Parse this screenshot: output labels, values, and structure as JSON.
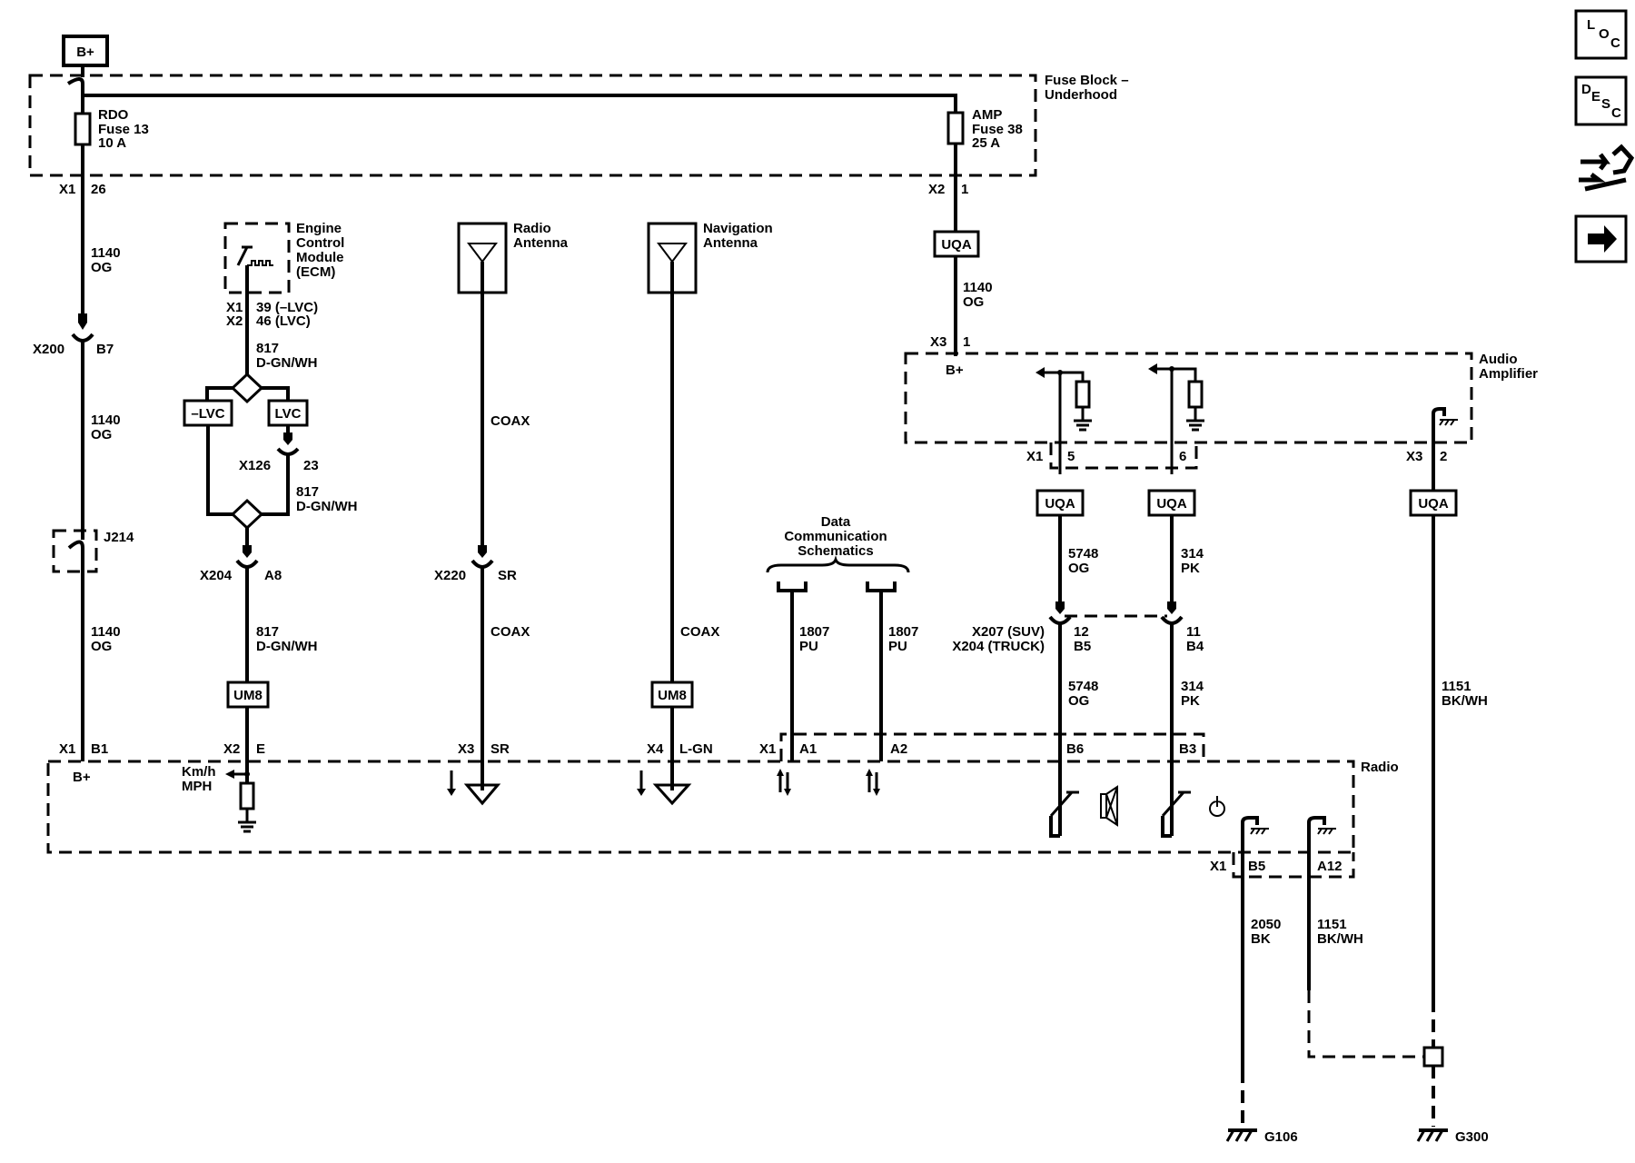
{
  "supply": {
    "label": "B+"
  },
  "fuse_block": {
    "line1": "Fuse Block –",
    "line2": "Underhood"
  },
  "fuse_rdo": {
    "name": "RDO",
    "fuse": "Fuse 13",
    "rating": "10 A",
    "conn": "X1",
    "pin": "26"
  },
  "fuse_amp": {
    "name": "AMP",
    "fuse": "Fuse 38",
    "rating": "25 A",
    "conn": "X2",
    "pin": "1"
  },
  "circuit_1140": {
    "num": "1140",
    "color": "OG"
  },
  "x200": {
    "conn": "X200",
    "pin": "B7"
  },
  "j214": {
    "label": "J214"
  },
  "ecm": {
    "line1": "Engine",
    "line2": "Control",
    "line3": "Module",
    "line4": "(ECM)",
    "conn1": "X1",
    "pin1": "39 (–LVC)",
    "conn2": "X2",
    "pin2": "46 (LVC)"
  },
  "circuit_817": {
    "num": "817",
    "color": "D-GN/WH"
  },
  "lvc": {
    "neg": "–LVC",
    "pos": "LVC"
  },
  "x126": {
    "conn": "X126",
    "pin": "23"
  },
  "x204_a8": {
    "conn": "X204",
    "pin": "A8"
  },
  "um8": {
    "label": "UM8"
  },
  "uqa": {
    "label": "UQA"
  },
  "radio_antenna": {
    "line1": "Radio",
    "line2": "Antenna"
  },
  "nav_antenna": {
    "line1": "Navigation",
    "line2": "Antenna"
  },
  "coax": {
    "label": "COAX"
  },
  "x220": {
    "conn": "X220",
    "pin": "SR"
  },
  "data_comm": {
    "line1": "Data",
    "line2": "Communication",
    "line3": "Schematics"
  },
  "circuit_1807": {
    "num": "1807",
    "color": "PU"
  },
  "amp_x3": {
    "conn": "X3",
    "pin": "1",
    "bplus": "B+"
  },
  "audio_amp": {
    "line1": "Audio",
    "line2": "Amplifier"
  },
  "amp_x1": {
    "conn": "X1",
    "pin5": "5",
    "pin6": "6"
  },
  "amp_x3b": {
    "conn": "X3",
    "pin": "2"
  },
  "circuit_5748": {
    "num": "5748",
    "color": "OG"
  },
  "circuit_314": {
    "num": "314",
    "color": "PK"
  },
  "circuit_1151": {
    "num": "1151",
    "color": "BK/WH"
  },
  "circuit_2050": {
    "num": "2050",
    "color": "BK"
  },
  "x207": {
    "conn1": "X207 (SUV)",
    "conn2": "X204 (TRUCK)",
    "pinA1": "12",
    "pinA2": "B5",
    "pinB1": "11",
    "pinB2": "B4"
  },
  "radio": {
    "label": "Radio",
    "x1": "X1",
    "b1": "B1",
    "bplus": "B+",
    "x2": "X2",
    "e": "E",
    "speed1": "Km/h",
    "speed2": "MPH",
    "x3": "X3",
    "sr": "SR",
    "x4": "X4",
    "lgn": "L-GN",
    "x1b": "X1",
    "a1": "A1",
    "a2": "A2",
    "b6": "B6",
    "b3": "B3",
    "x1c": "X1",
    "b5": "B5",
    "a12": "A12"
  },
  "grounds": {
    "g106": "G106",
    "g300": "G300"
  },
  "side_icons": {
    "loc": [
      "L",
      "O",
      "C"
    ],
    "desc": [
      "D",
      "E",
      "S",
      "C"
    ]
  },
  "icons": [
    "loc-icon",
    "desc-icon",
    "connector-repair-icon",
    "next-page-arrow-icon"
  ]
}
